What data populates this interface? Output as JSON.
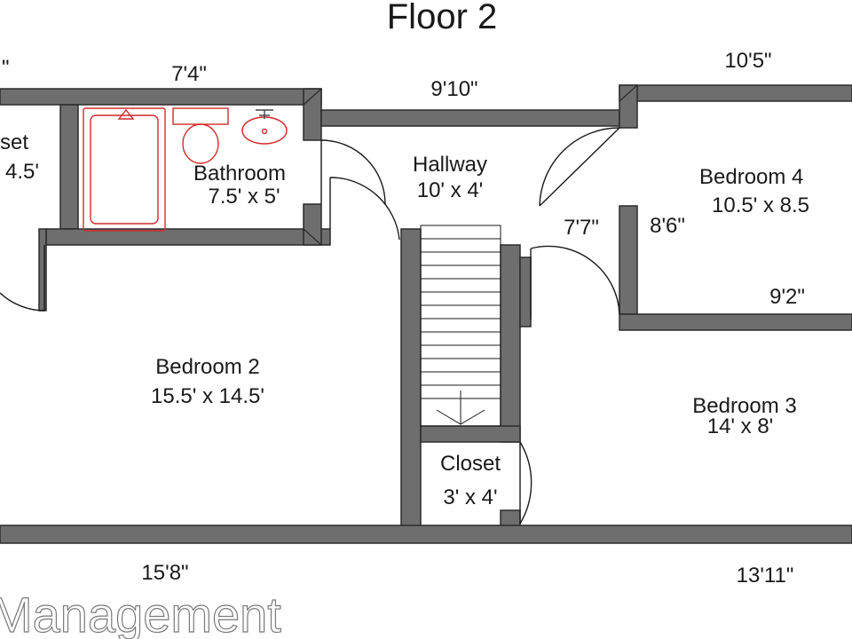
{
  "title": "Floor 2",
  "dimensions": {
    "top_left_partial": "\"",
    "bathroom_top": "7'4\"",
    "hallway_top": "9'10\"",
    "bedroom4_top": "10'5\"",
    "hallway_right": "7'7\"",
    "bedroom4_side": "8'6\"",
    "bedroom4_bottom": "9'2\"",
    "bottom_left": "15'8\"",
    "bottom_right": "13'11\""
  },
  "rooms": {
    "closet_left": {
      "name": "set",
      "size": "4.5'"
    },
    "bathroom": {
      "name": "Bathroom",
      "size": "7.5' x 5'"
    },
    "hallway": {
      "name": "Hallway",
      "size": "10' x 4'"
    },
    "bedroom4": {
      "name": "Bedroom 4",
      "size": "10.5' x 8.5"
    },
    "bedroom2": {
      "name": "Bedroom 2",
      "size": "15.5' x 14.5'"
    },
    "bedroom3": {
      "name": "Bedroom 3",
      "size": "14' x 8'"
    },
    "closet_center": {
      "name": "Closet",
      "size": "3' x 4'"
    }
  },
  "watermark": "Management",
  "colors": {
    "wall_fill": "#6e6e6e",
    "wall_stroke": "#2b2b2b",
    "fixture": "#d42a2a",
    "text": "#1a1a1a"
  }
}
